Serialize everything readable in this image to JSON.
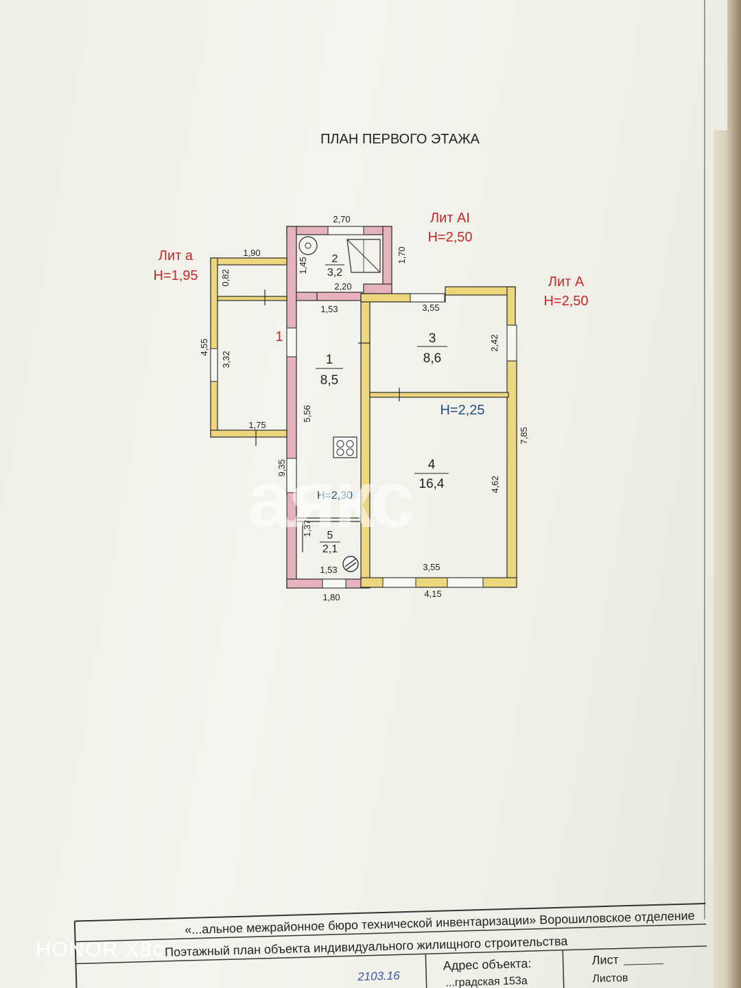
{
  "title": "ПЛАН ПЕРВОГО ЭТАЖА",
  "lit_labels": [
    {
      "name": "Лит а",
      "height": "H=1,95"
    },
    {
      "name": "Лит АI",
      "height": "H=2,50"
    },
    {
      "name": "Лит А",
      "height": "H=2,50"
    }
  ],
  "rooms": [
    {
      "number": "1",
      "area": "8,5"
    },
    {
      "number": "2",
      "area": "3,2"
    },
    {
      "number": "3",
      "area": "8,6"
    },
    {
      "number": "4",
      "area": "16,4"
    },
    {
      "number": "5",
      "area": "2,1"
    }
  ],
  "room_heights": [
    "H=2,25",
    "H=2,30"
  ],
  "entrance_mark": "1",
  "dimensions": [
    "2,70",
    "1,90",
    "1,70",
    "1,45",
    "0,82",
    "2,20",
    "1,53",
    "3,55",
    "2,42",
    "4,55",
    "3,32",
    "5,56",
    "7,85",
    "1,75",
    "9,35",
    "4,62",
    "1,37",
    "1,53",
    "3,55",
    "1,80",
    "4,15"
  ],
  "watermark": "аякс",
  "phone_brand": "HONOR X8c",
  "stamp": {
    "line1": "«...альное межрайонное бюро технической инвентаризации» Ворошиловское отделение",
    "line2": "Поэтажный план объекта индивидуального жилищного строительства",
    "address_label": "Адрес объекта:",
    "address_value": "...градская 153а",
    "sheet_label": "Лист",
    "sheets_label": "Листов",
    "handwritten": "2103.16"
  }
}
